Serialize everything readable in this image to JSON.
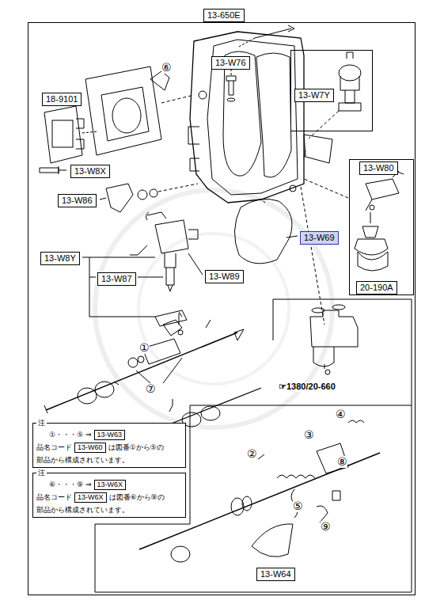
{
  "diagram": {
    "nodes": [
      {
        "text": [
          "13-650E"
        ]
      },
      {
        "text": [
          "13-W76"
        ],
        "in": 0
      },
      {
        "text": [
          "18-9101"
        ],
        "in": 0
      },
      {
        "text": [
          "13-W7Y"
        ],
        "in": 0
      },
      {
        "text": [
          "13-W8X"
        ],
        "in": 0
      },
      {
        "text": [
          "13-W80"
        ],
        "in": 0
      },
      {
        "text": [
          "13-W86"
        ],
        "in": 0
      },
      {
        "text": [
          "13-W69"
        ],
        "in": 0
      },
      {
        "text": [
          "13-W8Y"
        ],
        "in": 0
      },
      {
        "text": [
          "13-W89"
        ],
        "in": 0
      },
      {
        "text": [
          "13-W87"
        ],
        "in": 0
      },
      {
        "text": [
          "20-190A"
        ],
        "in": 5
      },
      {
        "text": [
          "注",
          "①・・・⑤ ⇒",
          "品名コード",
          "は図番①から⑤の",
          "部品から構成されています。"
        ],
        "in": 0
      },
      {
        "text": [
          "13-W63"
        ],
        "in": 12
      },
      {
        "text": [
          "13-W60"
        ],
        "in": 12
      },
      {
        "text": [
          "注",
          "⑥・・・⑨ ⇒",
          "品名コード",
          "は図番⑥から⑨の",
          "部品から構成されています。"
        ],
        "in": 0
      },
      {
        "text": [
          "13-W6X"
        ],
        "in": 15
      },
      {
        "text": [
          "13-W6X"
        ],
        "in": 15
      },
      {
        "text": [
          "13-W64"
        ],
        "in": 0
      }
    ],
    "labels": [
      "⑥",
      "①",
      "⑦",
      "④",
      "③",
      "②",
      "⑧",
      "⑤",
      "⑨",
      "☞1380/20-660"
    ]
  }
}
